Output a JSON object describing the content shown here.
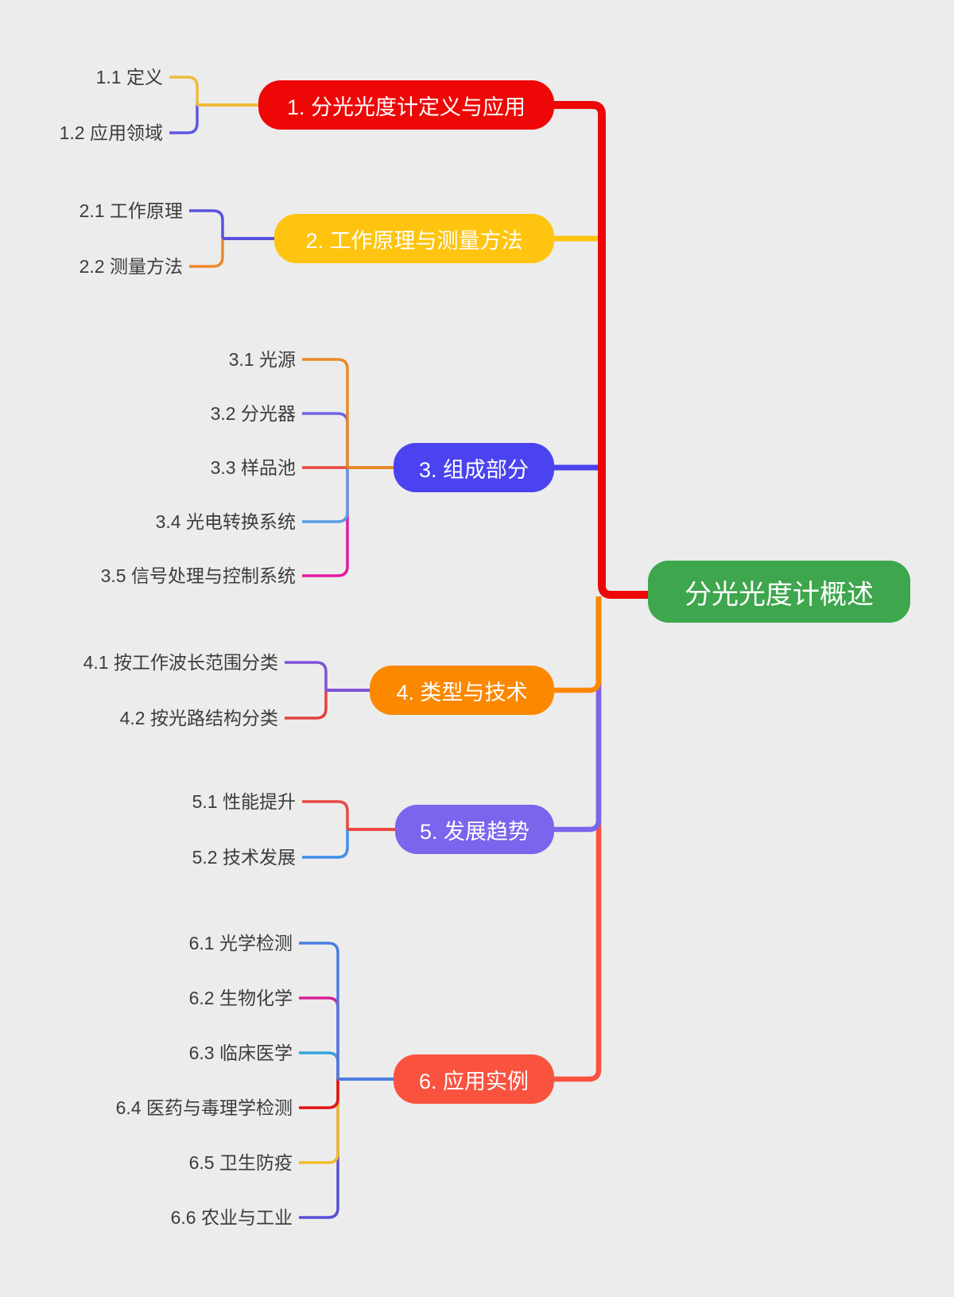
{
  "ui": {
    "background_color": "#ececec",
    "label_color": "#3c3c3c",
    "node_text_color": "#ffffff"
  },
  "trunk_color": "#ee0707",
  "root": {
    "label": "分光光度计概述",
    "color": "#3ea64d"
  },
  "branches": [
    {
      "label": "1. 分光光度计定义与应用",
      "color": "#ee0707",
      "children": [
        {
          "text": "1.1 定义",
          "line_color": "#eebc39"
        },
        {
          "text": "1.2 应用领域",
          "line_color": "#5e58e2"
        }
      ]
    },
    {
      "label": "2. 工作原理与测量方法",
      "color": "#fec40f",
      "children": [
        {
          "text": "2.1 工作原理",
          "line_color": "#5752dd"
        },
        {
          "text": "2.2 测量方法",
          "line_color": "#f0872a"
        }
      ]
    },
    {
      "label": "3. 组成部分",
      "color": "#4a43ef",
      "children": [
        {
          "text": "3.1 光源",
          "line_color": "#e88a28"
        },
        {
          "text": "3.2 分光器",
          "line_color": "#6e62e2"
        },
        {
          "text": "3.3 样品池",
          "line_color": "#e9463f"
        },
        {
          "text": "3.4 光电转换系统",
          "line_color": "#5b9be8"
        },
        {
          "text": "3.5 信号处理与控制系统",
          "line_color": "#e01d9e"
        }
      ]
    },
    {
      "label": "4. 类型与技术",
      "color": "#fc8800",
      "children": [
        {
          "text": "4.1 按工作波长范围分类",
          "line_color": "#7e52d8"
        },
        {
          "text": "4.2 按光路结构分类",
          "line_color": "#e4403c"
        }
      ]
    },
    {
      "label": "5. 发展趋势",
      "color": "#7c64ec",
      "children": [
        {
          "text": "5.1 性能提升",
          "line_color": "#ea4a42"
        },
        {
          "text": "5.2 技术发展",
          "line_color": "#4090e8"
        }
      ]
    },
    {
      "label": "6. 应用实例",
      "color": "#f95340",
      "children": [
        {
          "text": "6.1 光学检测",
          "line_color": "#4a7de0"
        },
        {
          "text": "6.2 生物化学",
          "line_color": "#d6219a"
        },
        {
          "text": "6.3 临床医学",
          "line_color": "#35a3e0"
        },
        {
          "text": "6.4 医药与毒理学检测",
          "line_color": "#e01414"
        },
        {
          "text": "6.5 卫生防疫",
          "line_color": "#f0bc28"
        },
        {
          "text": "6.6 农业与工业",
          "line_color": "#584fd6"
        }
      ]
    }
  ]
}
